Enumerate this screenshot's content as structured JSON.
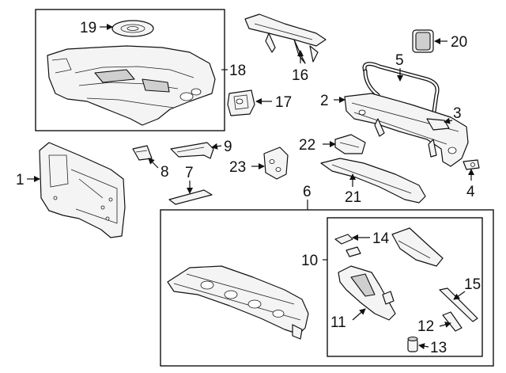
{
  "diagram": {
    "callouts": [
      {
        "id": "1",
        "label": "1"
      },
      {
        "id": "2",
        "label": "2"
      },
      {
        "id": "3",
        "label": "3"
      },
      {
        "id": "4",
        "label": "4"
      },
      {
        "id": "5",
        "label": "5"
      },
      {
        "id": "6",
        "label": "6"
      },
      {
        "id": "7",
        "label": "7"
      },
      {
        "id": "8",
        "label": "8"
      },
      {
        "id": "9",
        "label": "9"
      },
      {
        "id": "10",
        "label": "10"
      },
      {
        "id": "11",
        "label": "11"
      },
      {
        "id": "12",
        "label": "12"
      },
      {
        "id": "13",
        "label": "13"
      },
      {
        "id": "14",
        "label": "14"
      },
      {
        "id": "15",
        "label": "15"
      },
      {
        "id": "16",
        "label": "16"
      },
      {
        "id": "17",
        "label": "17"
      },
      {
        "id": "18",
        "label": "18"
      },
      {
        "id": "19",
        "label": "19"
      },
      {
        "id": "20",
        "label": "20"
      },
      {
        "id": "21",
        "label": "21"
      },
      {
        "id": "22",
        "label": "22"
      },
      {
        "id": "23",
        "label": "23"
      }
    ]
  }
}
